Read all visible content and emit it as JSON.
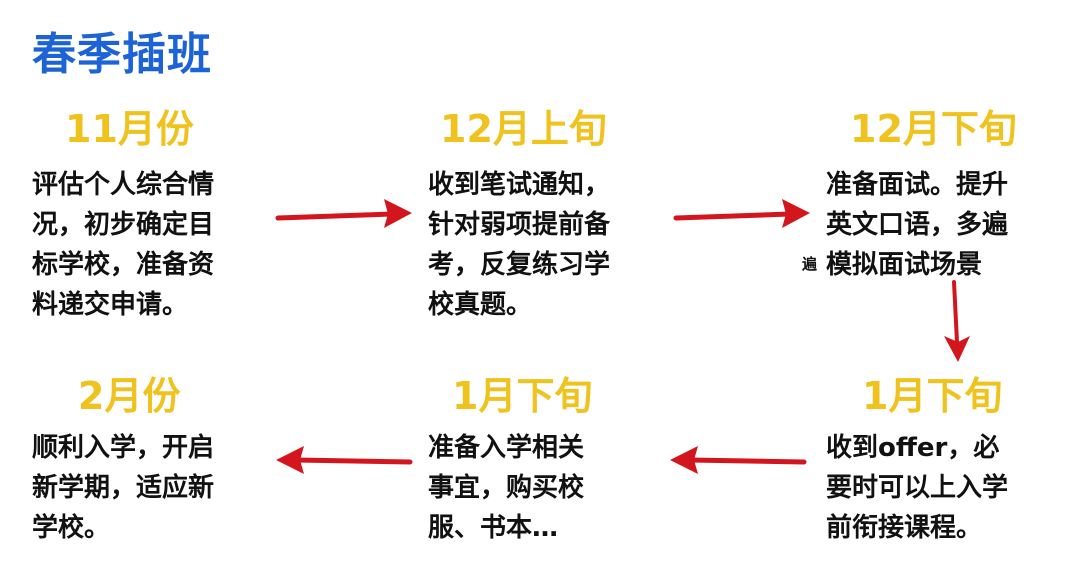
{
  "title": "春季插班",
  "steps": [
    {
      "heading": "11月份",
      "lines": [
        "评估个人综合情",
        "况，初步确定目",
        "标学校，准备资",
        "料递交申请。"
      ]
    },
    {
      "heading": "12月上旬",
      "lines": [
        "收到笔试通知，",
        "针对弱项提前备",
        "考，反复练习学",
        "校真题。"
      ]
    },
    {
      "heading": "12月下旬",
      "lines": [
        "准备面试。提升",
        "英文口语，多遍",
        "模拟面试场景"
      ],
      "stray": "遍"
    },
    {
      "heading": "1月下旬",
      "lines": [
        "收到offer，必",
        "要时可以上入学",
        "前衔接课程。"
      ]
    },
    {
      "heading": "1月下旬",
      "lines": [
        "准备入学相关",
        "事宜，购买校",
        "服、书本…"
      ]
    },
    {
      "heading": "2月份",
      "lines": [
        "顺利入学，开启",
        "新学期，适应新",
        "学校。"
      ]
    }
  ],
  "colors": {
    "title": "#1b63d6",
    "heading": "#f0c21e",
    "arrow": "#d3161d"
  }
}
